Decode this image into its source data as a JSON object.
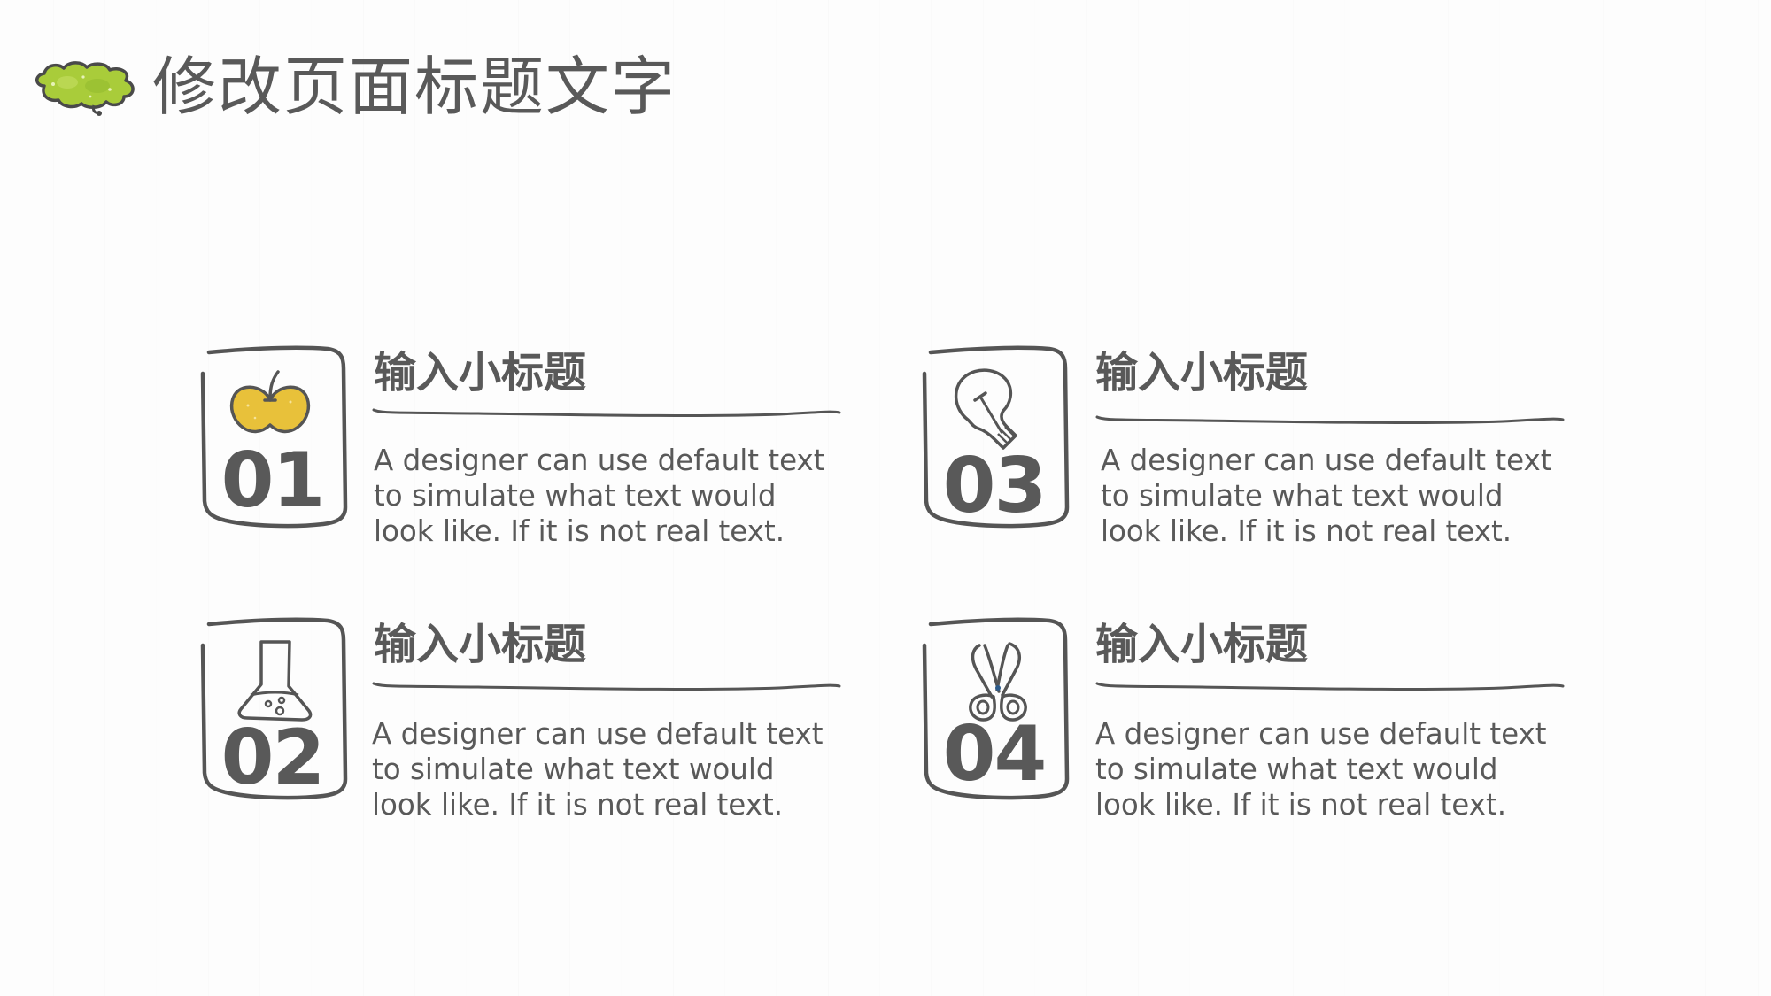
{
  "page": {
    "title": "修改页面标题文字",
    "title_icon": "green-cloud-icon",
    "colors": {
      "text": "#595959",
      "background": "#fdfdfd",
      "grid": "#dedede",
      "cloud_fill": "#a9cc3a",
      "apple_fill": "#e8c13a",
      "scissor_pivot": "#2d5b8a"
    }
  },
  "items": [
    {
      "number": "01",
      "icon": "apple-icon",
      "subtitle": "输入小标题",
      "lines": [
        "A designer can use default text",
        "to simulate what text would",
        "look like. If it is not real text."
      ]
    },
    {
      "number": "02",
      "icon": "flask-icon",
      "subtitle": "输入小标题",
      "lines": [
        "A designer can use default text",
        "to simulate what text would",
        "look like. If it is not real text."
      ]
    },
    {
      "number": "03",
      "icon": "lightbulb-icon",
      "subtitle": "输入小标题",
      "lines": [
        "A designer can use default text",
        "to simulate what text would",
        "look like. If it is not real text."
      ]
    },
    {
      "number": "04",
      "icon": "scissors-icon",
      "subtitle": "输入小标题",
      "lines": [
        "A designer can use default text",
        "to simulate what text would",
        "look like. If it is not real text."
      ]
    }
  ]
}
